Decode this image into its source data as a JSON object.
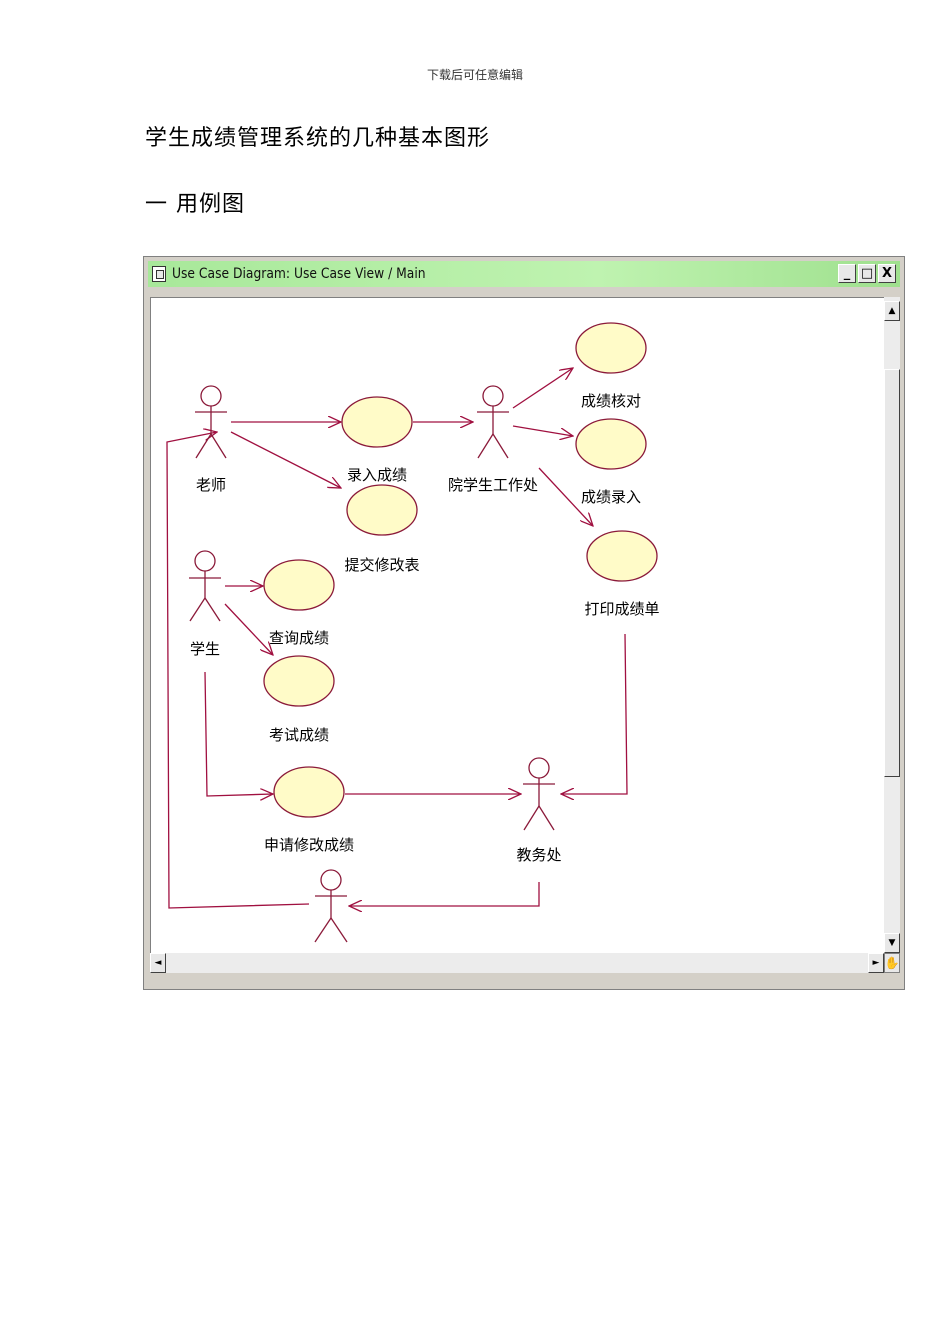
{
  "page": {
    "header_note": "下载后可任意编辑",
    "title": "学生成绩管理系统的几种基本图形",
    "section_heading": "一  用例图"
  },
  "window": {
    "title": "Use Case Diagram: Use Case View / Main",
    "buttons": {
      "minimize": "_",
      "maximize": "□",
      "close": "X"
    }
  },
  "diagram": {
    "actors": {
      "teacher": "老师",
      "student": "学生",
      "student_affairs": "院学生工作处",
      "academic_affairs": "教务处",
      "unnamed": ""
    },
    "use_cases": {
      "enter_grades": "录入成绩",
      "submit_form": "提交修改表",
      "query_grades": "查询成绩",
      "exam_grades": "考试成绩",
      "apply_change": "申请修改成绩",
      "verify_grades": "成绩核对",
      "grade_entry": "成绩录入",
      "print_report": "打印成绩单"
    },
    "colors": {
      "actor_stroke": "#8b1a3a",
      "usecase_fill": "#fffbc8",
      "usecase_stroke": "#8b1a3a",
      "arrow": "#a01040"
    }
  },
  "scrollbars": {
    "up_arrow": "▲",
    "down_arrow": "▼",
    "left_arrow": "◄",
    "right_arrow": "►",
    "hand_icon": "✋"
  }
}
